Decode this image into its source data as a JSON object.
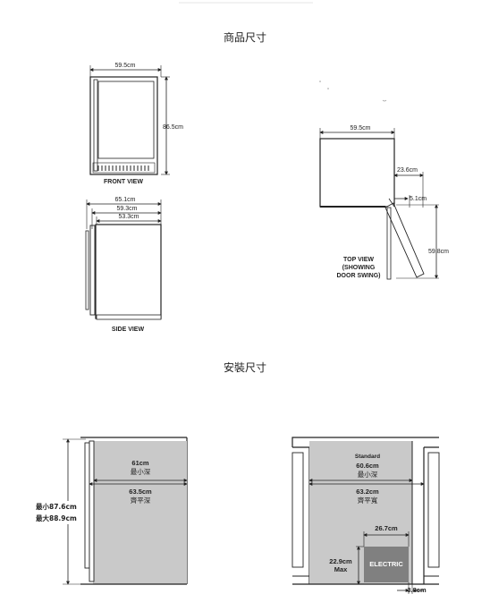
{
  "sections": {
    "product_title": "商品尺寸",
    "install_title": "安裝尺寸"
  },
  "front_view": {
    "label": "FRONT VIEW",
    "width": "59.5cm",
    "height": "86.5cm"
  },
  "side_view": {
    "label": "SIDE VIEW",
    "depth_total": "65.1cm",
    "depth_mid": "59.3cm",
    "depth_body": "53.3cm"
  },
  "top_view": {
    "label_line1": "TOP VIEW",
    "label_line2": "(SHOWING",
    "label_line3": "DOOR SWING)",
    "width": "59.5cm",
    "swing_offset": "23.6cm",
    "hinge_gap": "5.1cm",
    "swing_depth": "59.8cm"
  },
  "install_side": {
    "min_depth": "61cm",
    "min_depth_cn": "最小深",
    "flush_depth": "63.5cm",
    "flush_depth_cn": "齊平深",
    "min_height": "最小87.6cm",
    "max_height": "最大88.9cm"
  },
  "install_front": {
    "standard": "Standard",
    "std_width": "60.6cm",
    "std_width_cn": "最小深",
    "flush_width": "63.2cm",
    "flush_width_cn": "齊平寬",
    "electric_width": "26.7cm",
    "electric_height": "22.9cm",
    "electric_max": "Max",
    "electric_label": "ELECTRIC",
    "electric_offset": "3.8cm"
  },
  "colors": {
    "line": "#222222",
    "cabinet_fill": "#c9c9c9",
    "electric_fill": "#808080"
  }
}
